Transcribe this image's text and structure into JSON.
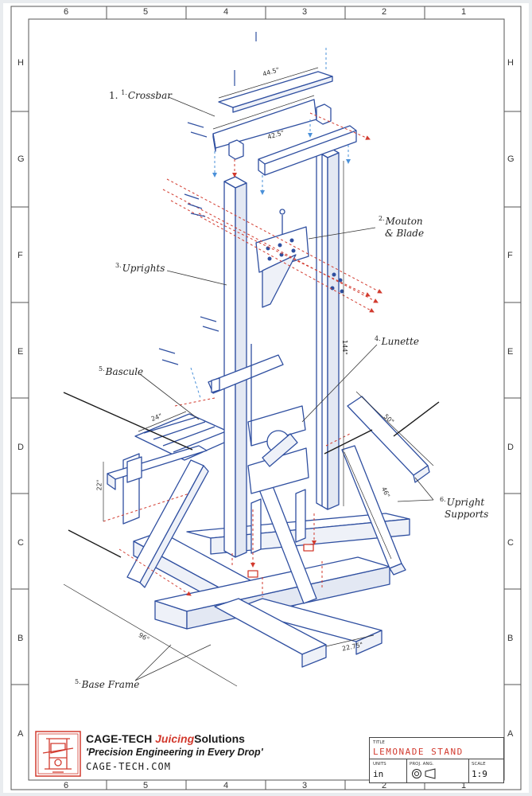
{
  "sheet": {
    "columns": [
      "6",
      "5",
      "4",
      "3",
      "2",
      "1"
    ],
    "rows": [
      "H",
      "G",
      "F",
      "E",
      "D",
      "C",
      "B",
      "A"
    ]
  },
  "callouts": {
    "crossbar": {
      "prefix": "1.",
      "num": "1.",
      "label": "Crossbar"
    },
    "mouton": {
      "num": "2.",
      "line1": "Mouton",
      "line2": "& Blade"
    },
    "uprights": {
      "num": "3.",
      "label": "Uprights"
    },
    "lunette": {
      "num": "4.",
      "label": "Lunette"
    },
    "bascule": {
      "num": "5.",
      "label": "Bascule"
    },
    "upright_supports": {
      "num": "6.",
      "line1": "Upright",
      "line2": "Supports"
    },
    "base_frame": {
      "num": "5.",
      "label": "Base Frame"
    }
  },
  "dimensions": {
    "crossbar_top": "44.5\"",
    "crossbar_lower": "42.5\"",
    "upright_height": "144\"",
    "bascule_width": "24\"",
    "bascule_height": "22\"",
    "support_long": "50\"",
    "support_short": "46\"",
    "base_length": "96\"",
    "base_width": "22.75\""
  },
  "brand": {
    "name_part1": "CAGE-TECH",
    "name_part2": "Juicing",
    "name_part3": "Solutions",
    "tagline": "'Precision Engineering in Every Drop'",
    "website": "CAGE-TECH.COM",
    "accent_color": "#d23a2e"
  },
  "title_block": {
    "title_label": "TITLE",
    "title": "LEMONADE STAND",
    "units_label": "UNITS",
    "units": "in",
    "proj_label": "PROJ. ANG.",
    "scale_label": "SCALE",
    "scale": "1:9"
  },
  "colors": {
    "line_blue": "#2f4fa0",
    "arrow_red": "#d23a2e",
    "guide_blue": "#4a90d9"
  }
}
